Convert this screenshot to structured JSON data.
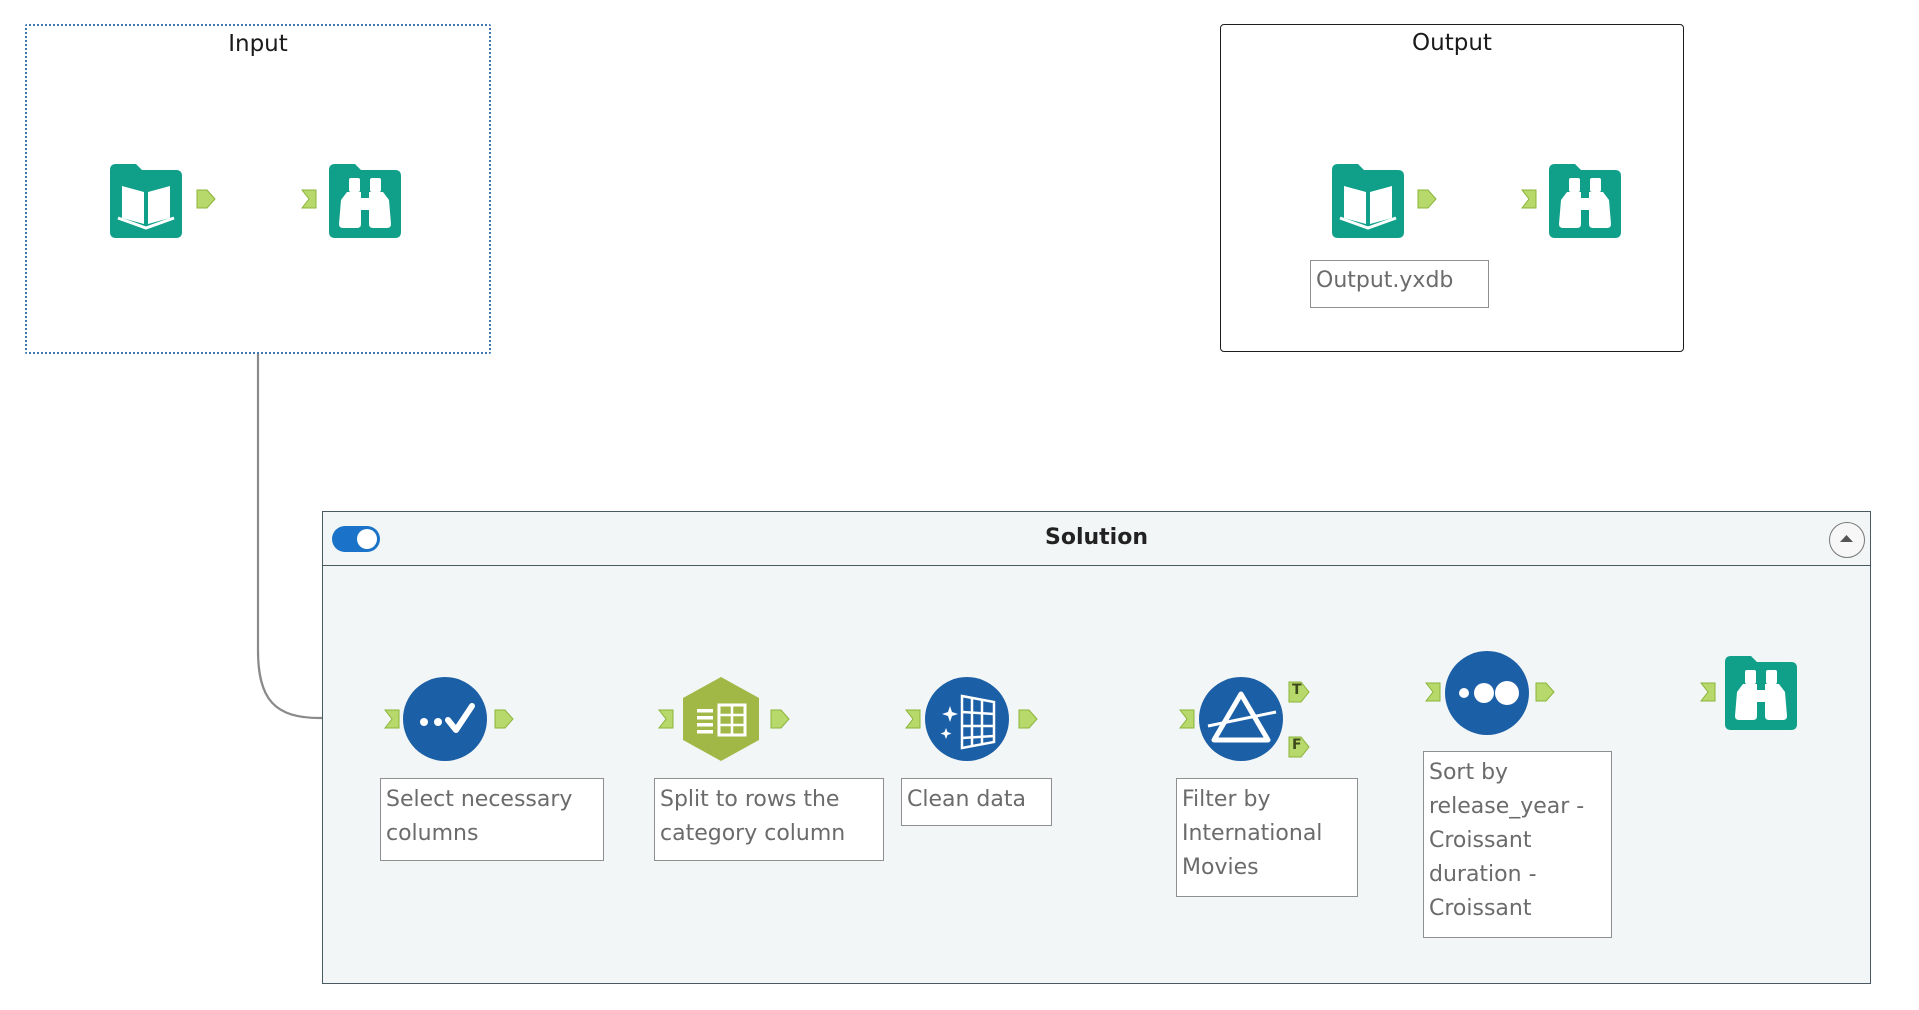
{
  "containers": {
    "input": {
      "title": "Input"
    },
    "output": {
      "title": "Output"
    },
    "solution": {
      "title": "Solution",
      "enabled": true
    }
  },
  "tools": {
    "input_data": {
      "icon": "input-data-book-icon"
    },
    "input_browse": {
      "icon": "browse-binoculars-icon"
    },
    "output_data": {
      "icon": "output-data-book-icon"
    },
    "output_browse": {
      "icon": "browse-binoculars-icon"
    },
    "select": {
      "icon": "select-checkmark-icon"
    },
    "text_to_columns": {
      "icon": "text-to-columns-icon"
    },
    "cleanse": {
      "icon": "data-cleansing-icon"
    },
    "filter": {
      "icon": "filter-prism-icon",
      "true_anchor": "T",
      "false_anchor": "F"
    },
    "sort": {
      "icon": "sort-dots-icon"
    },
    "solution_browse": {
      "icon": "browse-binoculars-icon"
    }
  },
  "annotations": {
    "output_file": "Output.yxdb",
    "select": "Select necessary\ncolumns",
    "text_to_columns": "Split to rows the\ncategory column",
    "cleanse": "Clean data",
    "filter": "Filter by\nInternational\nMovies",
    "sort": "Sort by\nrelease_year -\nCroissant\nduration -\nCroissant"
  },
  "colors": {
    "teal": "#10a08a",
    "navy": "#1b5fa6",
    "olive": "#a1b847",
    "anchor": "#b7d96b",
    "wire": "#8a8a8a"
  }
}
